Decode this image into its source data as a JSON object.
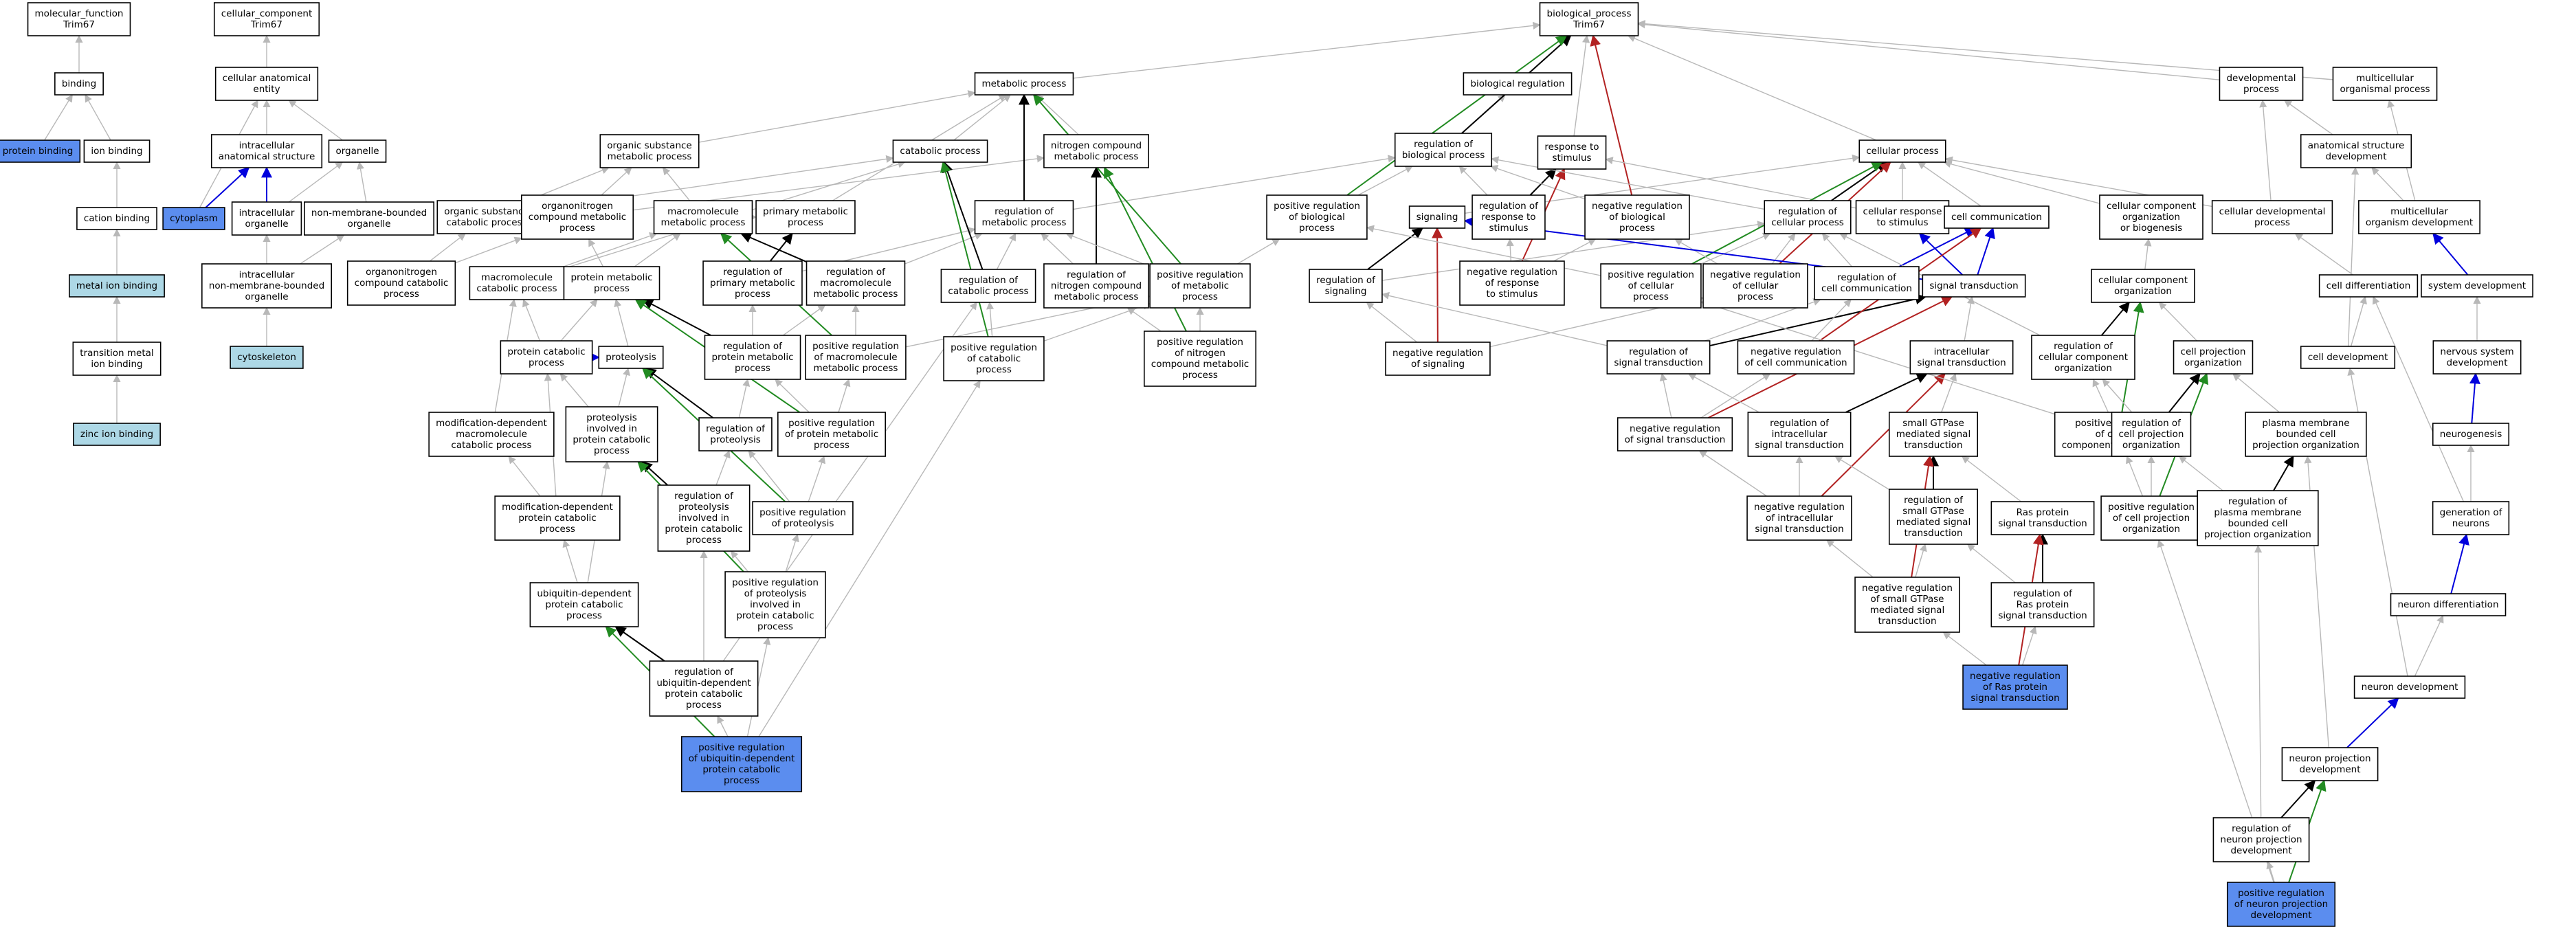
{
  "colors": {
    "node_default": "#ffffff",
    "node_query": "#5b8def",
    "node_light": "#add8e6",
    "edge_is_a": "#b8b8b8",
    "edge_part_of": "#000000",
    "edge_positive": "#228b22",
    "edge_negative": "#b22222",
    "edge_regulates": "#0000dd"
  },
  "nodes": [
    {
      "id": "mf",
      "label": "molecular_function\nTrim67",
      "style": "default"
    },
    {
      "id": "binding",
      "label": "binding",
      "style": "default"
    },
    {
      "id": "protein_binding",
      "label": "protein binding",
      "style": "query"
    },
    {
      "id": "ion_binding",
      "label": "ion binding",
      "style": "default"
    },
    {
      "id": "cation_binding",
      "label": "cation binding",
      "style": "default"
    },
    {
      "id": "metal_ion",
      "label": "metal ion binding",
      "style": "light"
    },
    {
      "id": "tm_ion",
      "label": "transition metal\nion binding",
      "style": "default"
    },
    {
      "id": "zinc",
      "label": "zinc ion binding",
      "style": "light"
    },
    {
      "id": "cc",
      "label": "cellular_component\nTrim67",
      "style": "default"
    },
    {
      "id": "cae",
      "label": "cellular anatomical\nentity",
      "style": "default"
    },
    {
      "id": "ias",
      "label": "intracellular\nanatomical structure",
      "style": "default"
    },
    {
      "id": "organelle",
      "label": "organelle",
      "style": "default"
    },
    {
      "id": "cytoplasm",
      "label": "cytoplasm",
      "style": "query"
    },
    {
      "id": "intra_org",
      "label": "intracellular\norganelle",
      "style": "default"
    },
    {
      "id": "nmbo",
      "label": "non-membrane-bounded\norganelle",
      "style": "default"
    },
    {
      "id": "inmbo",
      "label": "intracellular\nnon-membrane-bounded\norganelle",
      "style": "default"
    },
    {
      "id": "cytoskeleton",
      "label": "cytoskeleton",
      "style": "light"
    },
    {
      "id": "osmp",
      "label": "organic substance\nmetabolic process",
      "style": "default"
    },
    {
      "id": "metabolic",
      "label": "metabolic process",
      "style": "default"
    },
    {
      "id": "catabolic",
      "label": "catabolic process",
      "style": "default"
    },
    {
      "id": "ncmp",
      "label": "nitrogen compound\nmetabolic process",
      "style": "default"
    },
    {
      "id": "oscp",
      "label": "organic substance\ncatabolic process",
      "style": "default"
    },
    {
      "id": "ocmp",
      "label": "organonitrogen\ncompound metabolic\nprocess",
      "style": "default"
    },
    {
      "id": "macromp",
      "label": "macromolecule\nmetabolic process",
      "style": "default"
    },
    {
      "id": "primary",
      "label": "primary metabolic\nprocess",
      "style": "default"
    },
    {
      "id": "reg_mp",
      "label": "regulation of\nmetabolic process",
      "style": "default"
    },
    {
      "id": "occp",
      "label": "organonitrogen\ncompound catabolic\nprocess",
      "style": "default"
    },
    {
      "id": "mcp",
      "label": "macromolecule\ncatabolic process",
      "style": "default"
    },
    {
      "id": "pmp",
      "label": "protein metabolic\nprocess",
      "style": "default"
    },
    {
      "id": "reg_pmp",
      "label": "regulation of\nprimary metabolic\nprocess",
      "style": "default"
    },
    {
      "id": "reg_macromp",
      "label": "regulation of\nmacromolecule\nmetabolic process",
      "style": "default"
    },
    {
      "id": "reg_cat",
      "label": "regulation of\ncatabolic process",
      "style": "default"
    },
    {
      "id": "reg_ncmp",
      "label": "regulation of\nnitrogen compound\nmetabolic process",
      "style": "default"
    },
    {
      "id": "pos_mp",
      "label": "positive regulation\nof metabolic\nprocess",
      "style": "default"
    },
    {
      "id": "pcp",
      "label": "protein catabolic\nprocess",
      "style": "default"
    },
    {
      "id": "proteolysis",
      "label": "proteolysis",
      "style": "default"
    },
    {
      "id": "reg_prot_mp",
      "label": "regulation of\nprotein metabolic\nprocess",
      "style": "default"
    },
    {
      "id": "pos_macromp",
      "label": "positive regulation\nof macromolecule\nmetabolic process",
      "style": "default"
    },
    {
      "id": "pos_cat",
      "label": "positive regulation\nof catabolic\nprocess",
      "style": "default"
    },
    {
      "id": "pos_ncmp",
      "label": "positive regulation\nof nitrogen\ncompound metabolic\nprocess",
      "style": "default"
    },
    {
      "id": "mdmcp",
      "label": "modification-dependent\nmacromolecule\ncatabolic process",
      "style": "default"
    },
    {
      "id": "pipcp",
      "label": "proteolysis\ninvolved in\nprotein catabolic\nprocess",
      "style": "default"
    },
    {
      "id": "reg_proteolysis",
      "label": "regulation of\nproteolysis",
      "style": "default"
    },
    {
      "id": "pos_prot_mp",
      "label": "positive regulation\nof protein metabolic\nprocess",
      "style": "default"
    },
    {
      "id": "mdpcp",
      "label": "modification-dependent\nprotein catabolic\nprocess",
      "style": "default"
    },
    {
      "id": "reg_pipcp",
      "label": "regulation of\nproteolysis\ninvolved in\nprotein catabolic\nprocess",
      "style": "default"
    },
    {
      "id": "pos_proteolysis",
      "label": "positive regulation\nof proteolysis",
      "style": "default"
    },
    {
      "id": "udpcp",
      "label": "ubiquitin-dependent\nprotein catabolic\nprocess",
      "style": "default"
    },
    {
      "id": "pos_pipcp",
      "label": "positive regulation\nof proteolysis\ninvolved in\nprotein catabolic\nprocess",
      "style": "default"
    },
    {
      "id": "reg_udpcp",
      "label": "regulation of\nubiquitin-dependent\nprotein catabolic\nprocess",
      "style": "default"
    },
    {
      "id": "pos_udpcp",
      "label": "positive regulation\nof ubiquitin-dependent\nprotein catabolic\nprocess",
      "style": "query"
    },
    {
      "id": "bp",
      "label": "biological_process\nTrim67",
      "style": "default"
    },
    {
      "id": "bio_reg",
      "label": "biological regulation",
      "style": "default"
    },
    {
      "id": "reg_bp",
      "label": "regulation of\nbiological process",
      "style": "default"
    },
    {
      "id": "response",
      "label": "response to\nstimulus",
      "style": "default"
    },
    {
      "id": "pos_bp",
      "label": "positive regulation\nof biological\nprocess",
      "style": "default"
    },
    {
      "id": "signaling",
      "label": "signaling",
      "style": "default"
    },
    {
      "id": "reg_response",
      "label": "regulation of\nresponse to\nstimulus",
      "style": "default"
    },
    {
      "id": "neg_bp",
      "label": "negative regulation\nof biological\nprocess",
      "style": "default"
    },
    {
      "id": "reg_signaling",
      "label": "regulation of\nsignaling",
      "style": "default"
    },
    {
      "id": "neg_response",
      "label": "negative regulation\nof response\nto stimulus",
      "style": "default"
    },
    {
      "id": "neg_signaling",
      "label": "negative regulation\nof signaling",
      "style": "default"
    },
    {
      "id": "cellular",
      "label": "cellular process",
      "style": "default"
    },
    {
      "id": "reg_cellular",
      "label": "regulation of\ncellular process",
      "style": "default"
    },
    {
      "id": "cell_response",
      "label": "cellular response\nto stimulus",
      "style": "default"
    },
    {
      "id": "cell_comm",
      "label": "cell communication",
      "style": "default"
    },
    {
      "id": "pos_cellular",
      "label": "positive regulation\nof cellular\nprocess",
      "style": "default"
    },
    {
      "id": "neg_cellular",
      "label": "negative regulation\nof cellular\nprocess",
      "style": "default"
    },
    {
      "id": "reg_cell_comm",
      "label": "regulation of\ncell communication",
      "style": "default"
    },
    {
      "id": "sig_trans",
      "label": "signal transduction",
      "style": "default"
    },
    {
      "id": "reg_sig_trans",
      "label": "regulation of\nsignal transduction",
      "style": "default"
    },
    {
      "id": "neg_cell_comm",
      "label": "negative regulation\nof cell communication",
      "style": "default"
    },
    {
      "id": "intra_sig",
      "label": "intracellular\nsignal transduction",
      "style": "default"
    },
    {
      "id": "neg_sig_trans",
      "label": "negative regulation\nof signal transduction",
      "style": "default"
    },
    {
      "id": "reg_intra_sig",
      "label": "regulation of\nintracellular\nsignal transduction",
      "style": "default"
    },
    {
      "id": "small_gtpase",
      "label": "small GTPase\nmediated signal\ntransduction",
      "style": "default"
    },
    {
      "id": "neg_intra_sig",
      "label": "negative regulation\nof intracellular\nsignal transduction",
      "style": "default"
    },
    {
      "id": "reg_small_gtpase",
      "label": "regulation of\nsmall GTPase\nmediated signal\ntransduction",
      "style": "default"
    },
    {
      "id": "ras",
      "label": "Ras protein\nsignal transduction",
      "style": "default"
    },
    {
      "id": "neg_small_gtpase",
      "label": "negative regulation\nof small GTPase\nmediated signal\ntransduction",
      "style": "default"
    },
    {
      "id": "reg_ras",
      "label": "regulation of\nRas protein\nsignal transduction",
      "style": "default"
    },
    {
      "id": "neg_ras",
      "label": "negative regulation\nof Ras protein\nsignal transduction",
      "style": "query"
    },
    {
      "id": "ccob",
      "label": "cellular component\norganization\nor biogenesis",
      "style": "default"
    },
    {
      "id": "cco",
      "label": "cellular component\norganization",
      "style": "default"
    },
    {
      "id": "reg_cco",
      "label": "regulation of\ncellular component\norganization",
      "style": "default"
    },
    {
      "id": "pos_cco",
      "label": "positive regulation\nof cellular\ncomponent organization",
      "style": "default"
    },
    {
      "id": "cpo",
      "label": "cell projection\norganization",
      "style": "default"
    },
    {
      "id": "reg_cpo",
      "label": "regulation of\ncell projection\norganization",
      "style": "default"
    },
    {
      "id": "pos_cpo",
      "label": "positive regulation\nof cell projection\norganization",
      "style": "default"
    },
    {
      "id": "pmbcpo",
      "label": "plasma membrane\nbounded cell\nprojection organization",
      "style": "default"
    },
    {
      "id": "reg_pmbcpo",
      "label": "regulation of\nplasma membrane\nbounded cell\nprojection organization",
      "style": "default"
    },
    {
      "id": "dev",
      "label": "developmental\nprocess",
      "style": "default"
    },
    {
      "id": "multi",
      "label": "multicellular\norganismal process",
      "style": "default"
    },
    {
      "id": "asd",
      "label": "anatomical structure\ndevelopment",
      "style": "default"
    },
    {
      "id": "cdp",
      "label": "cellular developmental\nprocess",
      "style": "default"
    },
    {
      "id": "mod",
      "label": "multicellular\norganism development",
      "style": "default"
    },
    {
      "id": "cell_diff",
      "label": "cell differentiation",
      "style": "default"
    },
    {
      "id": "sys_dev",
      "label": "system development",
      "style": "default"
    },
    {
      "id": "cell_dev",
      "label": "cell development",
      "style": "default"
    },
    {
      "id": "nsd",
      "label": "nervous system\ndevelopment",
      "style": "default"
    },
    {
      "id": "neurogenesis",
      "label": "neurogenesis",
      "style": "default"
    },
    {
      "id": "gen_neurons",
      "label": "generation of\nneurons",
      "style": "default"
    },
    {
      "id": "neuron_diff",
      "label": "neuron differentiation",
      "style": "default"
    },
    {
      "id": "neuron_dev",
      "label": "neuron development",
      "style": "default"
    },
    {
      "id": "npd",
      "label": "neuron projection\ndevelopment",
      "style": "default"
    },
    {
      "id": "reg_npd",
      "label": "regulation of\nneuron projection\ndevelopment",
      "style": "default"
    },
    {
      "id": "pos_npd",
      "label": "positive regulation\nof neuron projection\ndevelopment",
      "style": "query"
    }
  ]
}
